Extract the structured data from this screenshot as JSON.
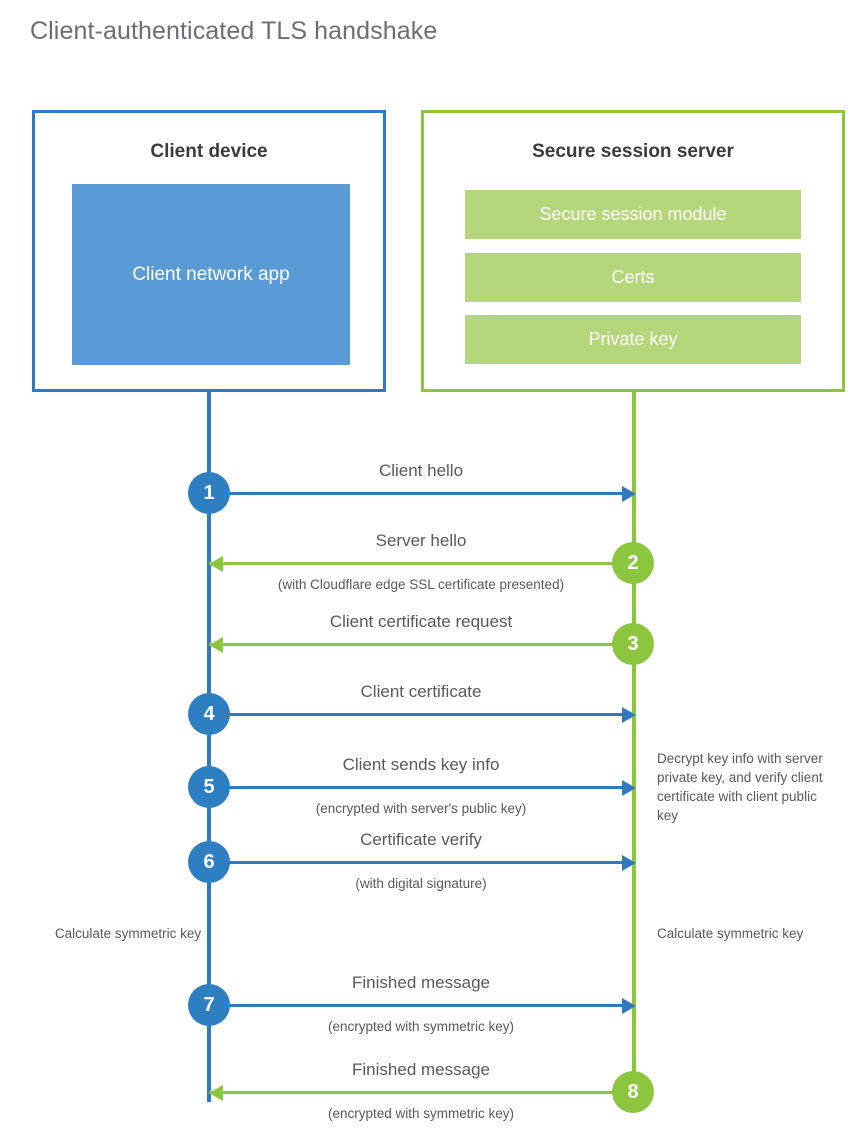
{
  "title": "Client-authenticated TLS handshake",
  "colors": {
    "client_blue": "#3179bc",
    "client_badge_blue": "#2e7fc1",
    "client_app_fill": "#5b9bd5",
    "server_green": "#8cc63f",
    "server_bar_fill": "#b5d77c",
    "text_gray": "#58595b",
    "title_gray": "#6d6e71",
    "heading_dark": "#3b3b3d"
  },
  "actors": {
    "client": {
      "title": "Client device",
      "app_label": "Client network app"
    },
    "server": {
      "title": "Secure session server",
      "components": [
        "Secure session module",
        "Certs",
        "Private key"
      ]
    }
  },
  "steps": [
    {
      "number": "1",
      "label": "Client hello",
      "sublabel": "",
      "direction": "client-to-server",
      "badge_side": "client"
    },
    {
      "number": "2",
      "label": "Server hello",
      "sublabel": "(with Cloudflare edge SSL certificate presented)",
      "direction": "server-to-client",
      "badge_side": "server"
    },
    {
      "number": "3",
      "label": "Client certificate request",
      "sublabel": "",
      "direction": "server-to-client",
      "badge_side": "server"
    },
    {
      "number": "4",
      "label": "Client certificate",
      "sublabel": "",
      "direction": "client-to-server",
      "badge_side": "client"
    },
    {
      "number": "5",
      "label": "Client sends key info",
      "sublabel": "(encrypted with server's public key)",
      "direction": "client-to-server",
      "badge_side": "client"
    },
    {
      "number": "6",
      "label": "Certificate verify",
      "sublabel": "(with digital signature)",
      "direction": "client-to-server",
      "badge_side": "client"
    },
    {
      "number": "7",
      "label": "Finished message",
      "sublabel": "(encrypted with symmetric key)",
      "direction": "client-to-server",
      "badge_side": "client"
    },
    {
      "number": "8",
      "label": "Finished message",
      "sublabel": "(encrypted with symmetric key)",
      "direction": "server-to-client",
      "badge_side": "server"
    }
  ],
  "annotations": {
    "decrypt_note": "Decrypt key info with server private key, and verify client certificate with client public key",
    "calculate_client": "Calculate symmetric key",
    "calculate_server": "Calculate symmetric key"
  }
}
